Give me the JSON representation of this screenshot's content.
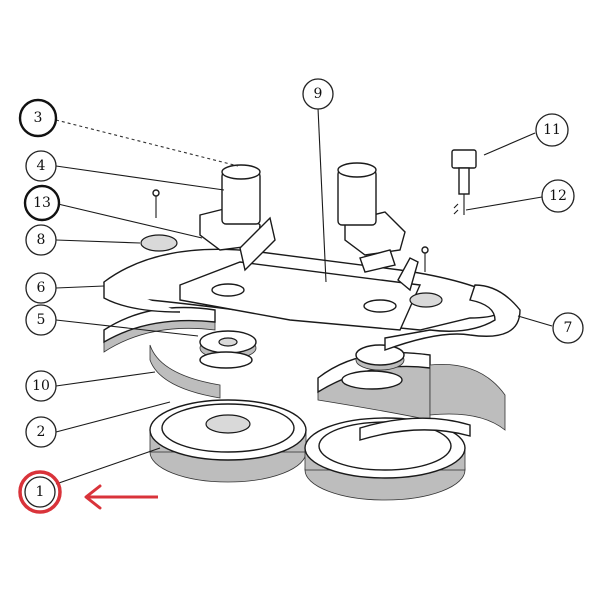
{
  "diagram": {
    "callouts": [
      {
        "id": "c1",
        "label": "1",
        "highlighted": true
      },
      {
        "id": "c2",
        "label": "2"
      },
      {
        "id": "c3",
        "label": "3"
      },
      {
        "id": "c4",
        "label": "4"
      },
      {
        "id": "c5",
        "label": "5"
      },
      {
        "id": "c6",
        "label": "6"
      },
      {
        "id": "c7",
        "label": "7"
      },
      {
        "id": "c8",
        "label": "8"
      },
      {
        "id": "c9",
        "label": "9"
      },
      {
        "id": "c10",
        "label": "10"
      },
      {
        "id": "c11",
        "label": "11"
      },
      {
        "id": "c12",
        "label": "12"
      },
      {
        "id": "c13",
        "label": "13"
      }
    ],
    "highlight_color": "#d9333a",
    "arrow_color": "#d9333a"
  }
}
